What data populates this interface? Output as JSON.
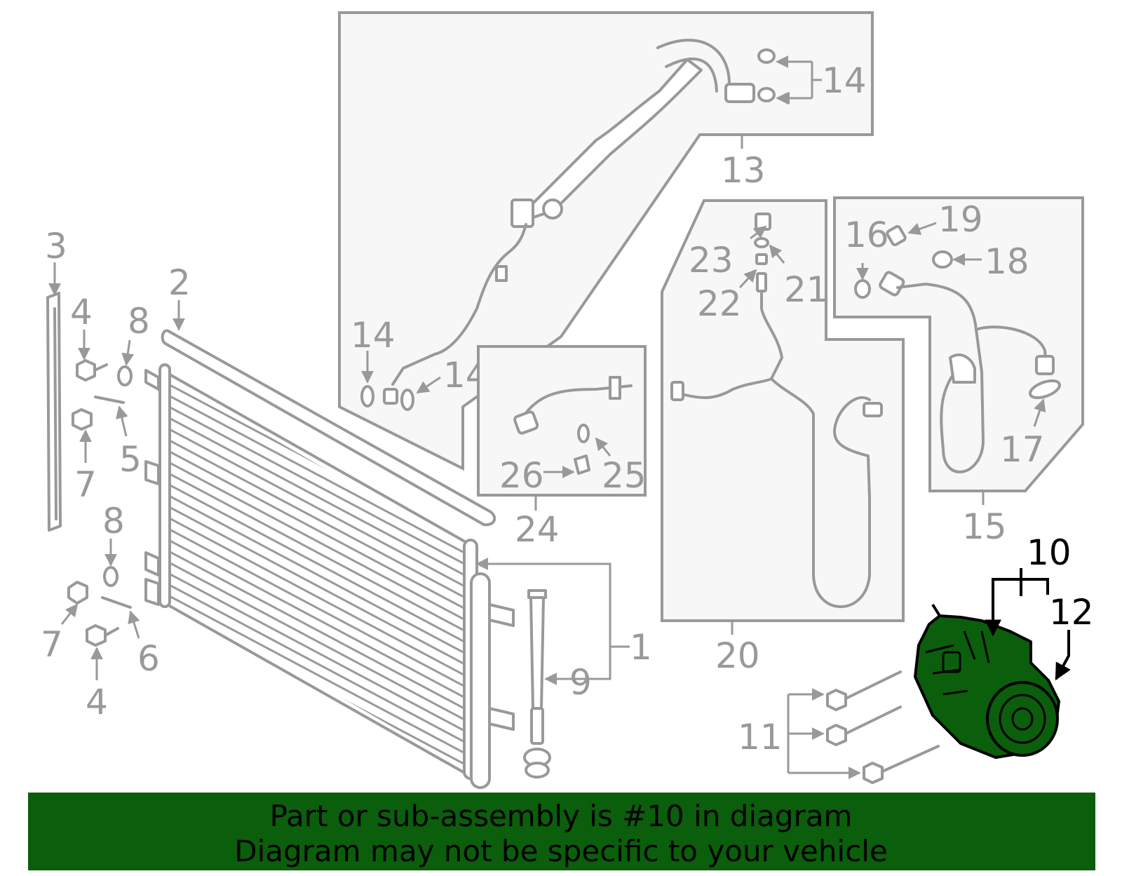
{
  "callouts": {
    "c1": "1",
    "c2": "2",
    "c3": "3",
    "c4a": "4",
    "c4b": "4",
    "c5": "5",
    "c6": "6",
    "c7a": "7",
    "c7b": "7",
    "c8a": "8",
    "c8b": "8",
    "c9": "9",
    "c10": "10",
    "c11": "11",
    "c12": "12",
    "c13": "13",
    "c14a": "14",
    "c14b": "14",
    "c14c": "14",
    "c15": "15",
    "c16": "16",
    "c17": "17",
    "c18": "18",
    "c19": "19",
    "c20": "20",
    "c21": "21",
    "c22": "22",
    "c23": "23",
    "c24": "24",
    "c25": "25",
    "c26": "26"
  },
  "banner": {
    "line1": "Part or sub-assembly is #10 in diagram",
    "line2": "Diagram may not be specific to your vehicle"
  },
  "colors": {
    "highlight_part": "#0b5e0b",
    "banner_bg": "#0b5e0b",
    "line_gray": "#999999",
    "box_fill": "#f7f7f7"
  }
}
